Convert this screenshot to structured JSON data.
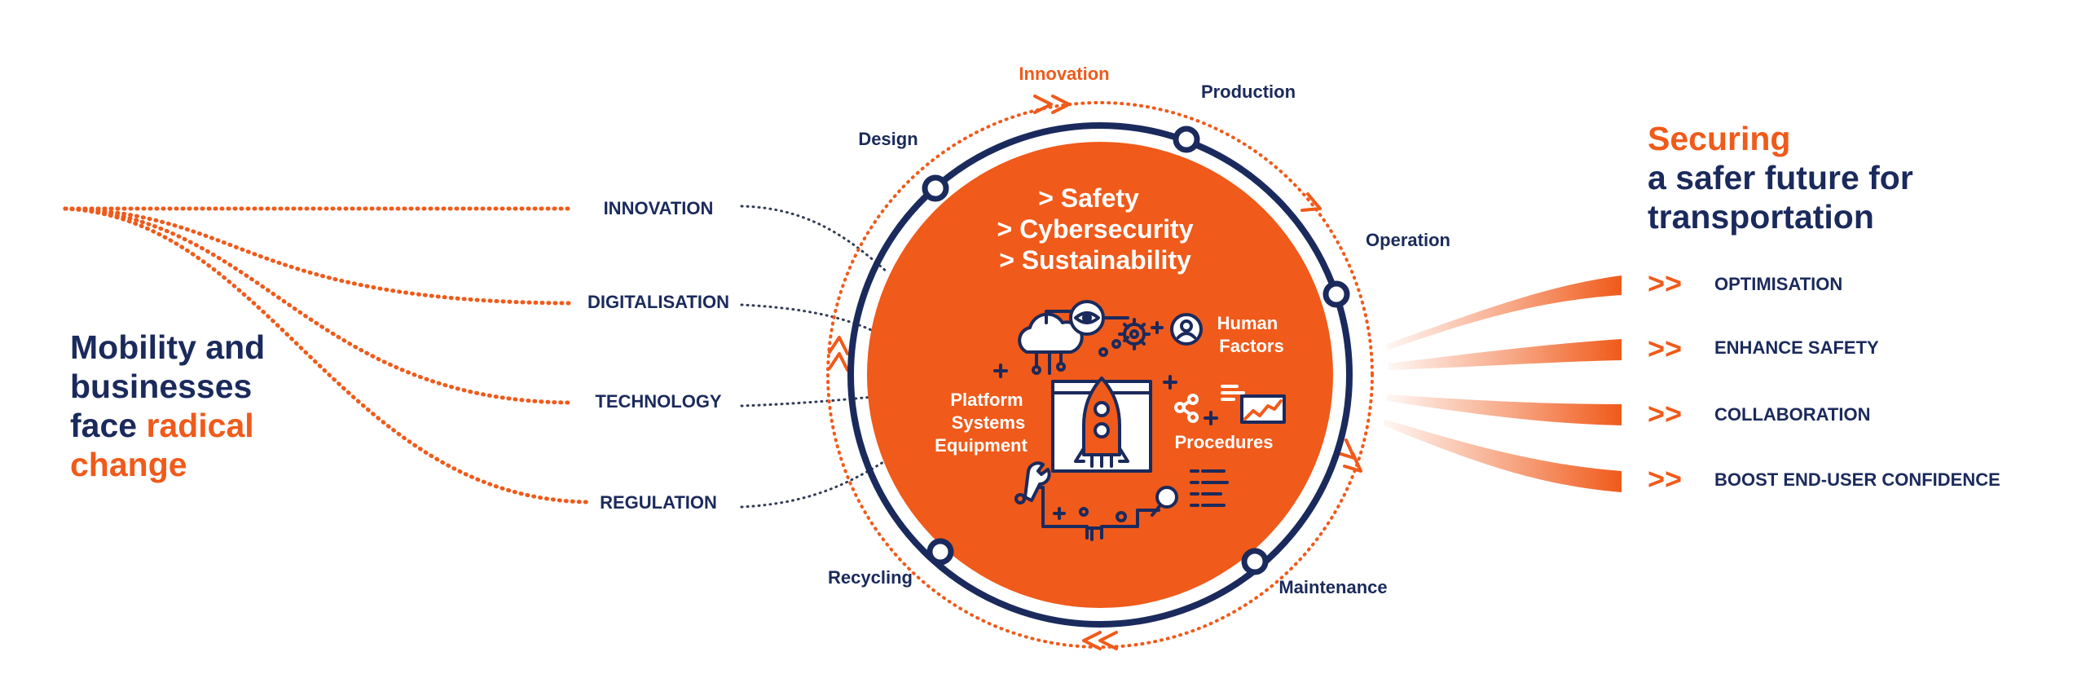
{
  "colors": {
    "navy": "#1b2a5c",
    "orange": "#f05a1a",
    "white": "#ffffff"
  },
  "left": {
    "headline_line1": "Mobility and",
    "headline_line2": "businesses",
    "headline_line3_prefix": "face ",
    "headline_line3_highlight": "radical",
    "headline_line4_highlight": "change",
    "drivers": [
      "INNOVATION",
      "DIGITALISATION",
      "TECHNOLOGY",
      "REGULATION"
    ]
  },
  "lifecycle": {
    "innovation": "Innovation",
    "production": "Production",
    "design": "Design",
    "operation": "Operation",
    "recycling": "Recycling",
    "maintenance": "Maintenance"
  },
  "center": {
    "line1": "> Safety",
    "line2": "> Cybersecurity",
    "line3": "> Sustainability",
    "human_factors_1": "Human",
    "human_factors_2": "Factors",
    "platform_1": "Platform",
    "platform_2": "Systems",
    "platform_3": "Equipment",
    "procedures": "Procedures"
  },
  "right": {
    "title_line1": "Securing",
    "title_line2": "a safer future for",
    "title_line3": "transportation",
    "arrow_glyph": ">>",
    "outcomes": [
      "OPTIMISATION",
      "ENHANCE SAFETY",
      "COLLABORATION",
      "BOOST END-USER CONFIDENCE"
    ]
  }
}
